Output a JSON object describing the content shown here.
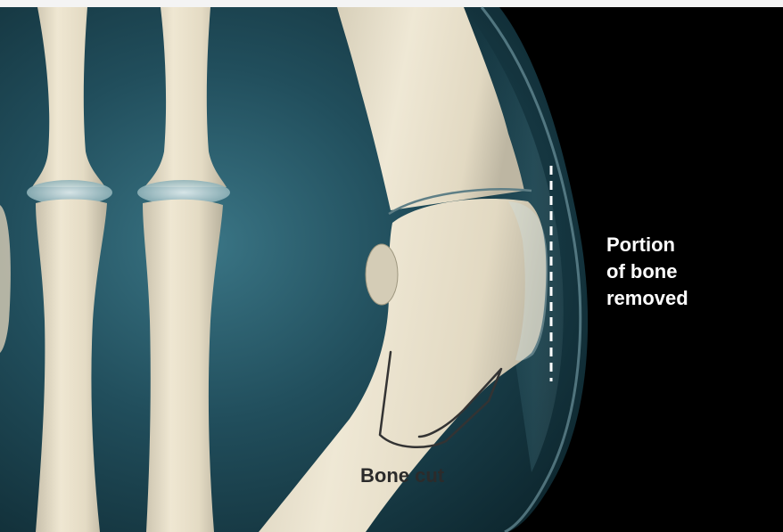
{
  "figure": {
    "subject": "bunion-foot-bones-xray-illustration",
    "background_color": "#000000",
    "soft_tissue_color": "#1d4f5e",
    "bone_color": "#e8dfc9",
    "bone_outline_color": "#6f8f96",
    "cut_line_color": "#333333",
    "removal_line_color": "#ffffff"
  },
  "labels": {
    "portion_removed": {
      "line1": "Portion",
      "line2": "of bone",
      "line3": "removed",
      "color": "#ffffff"
    },
    "bone_cut": {
      "text": "Bone cut",
      "color": "#2b2b2b"
    }
  }
}
